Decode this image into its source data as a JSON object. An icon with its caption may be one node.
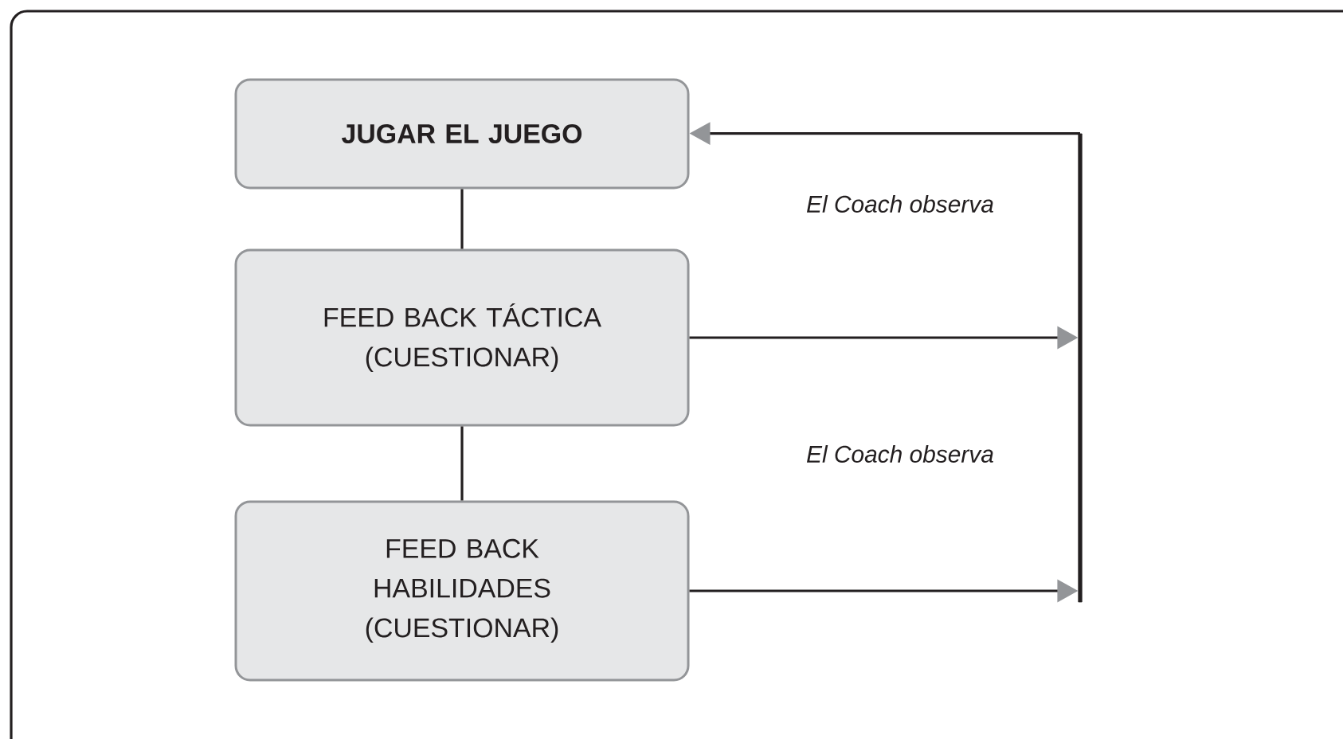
{
  "diagram": {
    "nodes": [
      {
        "text": [
          "**JUGAR EL JUEGO**"
        ]
      },
      {
        "text": [
          "FEED BACK TÁCTICA (CUESTIONAR)"
        ]
      },
      {
        "text": [
          "FEED BACK HABILIDADES (CUESTIONAR)"
        ]
      },
      {
        "text": [],
        "shape": "bar"
      }
    ],
    "edges": [
      {
        "from": 0,
        "to": 1,
        "arrow": "none"
      },
      {
        "from": 1,
        "to": 2,
        "arrow": "none"
      },
      {
        "from": 1,
        "to": 3,
        "arrow": "to"
      },
      {
        "from": 2,
        "to": 3,
        "arrow": "to"
      },
      {
        "from": 3,
        "to": 0,
        "arrow": "to"
      }
    ],
    "labels": [
      "El Coach observa",
      "El Coach observa"
    ]
  }
}
